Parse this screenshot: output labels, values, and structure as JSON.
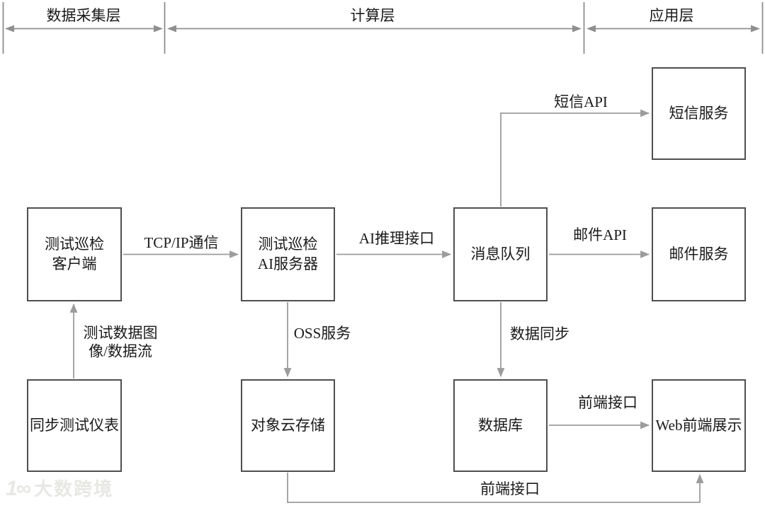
{
  "header": {
    "data_layer": "数据采集层",
    "compute_layer": "计算层",
    "app_layer": "应用层"
  },
  "nodes": {
    "test_client": "测试巡检\n客户端",
    "ai_server": "测试巡检\nAI服务器",
    "message_queue": "消息队列",
    "sms_service": "短信服务",
    "mail_service": "邮件服务",
    "sync_instrument": "同步测试仪表",
    "object_storage": "对象云存储",
    "database": "数据库",
    "web_frontend": "Web前端展示"
  },
  "edges": {
    "tcp_ip": "TCP/IP通信",
    "ai_inference": "AI推理接口",
    "sms_api": "短信API",
    "mail_api": "邮件API",
    "test_data": "测试数据图\n像/数据流",
    "oss": "OSS服务",
    "data_sync": "数据同步",
    "frontend_api_db": "前端接口",
    "frontend_api_storage": "前端接口"
  },
  "watermark": {
    "logo": "1∞",
    "text": "大数跨境"
  },
  "colors": {
    "box_border": "#4f4f4f",
    "connector": "#9c9c9c",
    "header_line": "#8f8f8f",
    "text": "#1a1a1a",
    "watermark": "#e7e7e4",
    "background": "#ffffff"
  }
}
